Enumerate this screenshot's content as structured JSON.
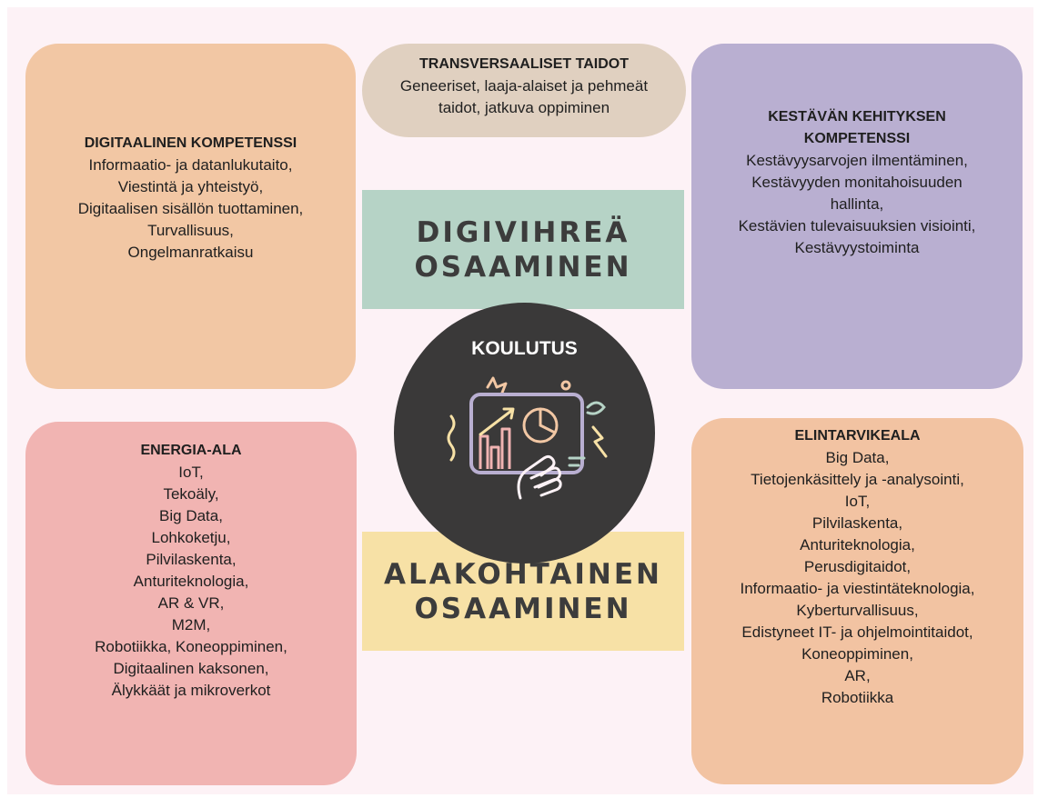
{
  "transversal": {
    "title": "TRANSVERSAALISET TAIDOT",
    "lines": [
      "Geneeriset, laaja-alaiset ja pehmeät",
      "taidot, jatkuva oppiminen"
    ]
  },
  "digital_competence": {
    "title": "DIGITAALINEN KOMPETENSSI",
    "lines": [
      "Informaatio- ja datanlukutaito,",
      "Viestintä ja yhteistyö,",
      "Digitaalisen sisällön tuottaminen,",
      "Turvallisuus,",
      "Ongelmanratkaisu"
    ]
  },
  "sustainability_competence": {
    "title_lines": [
      "KESTÄVÄN KEHITYKSEN",
      "KOMPETENSSI"
    ],
    "lines": [
      "Kestävyysarvojen ilmentäminen,",
      "Kestävyyden monitahoisuuden",
      "hallinta,",
      "Kestävien tulevaisuuksien visiointi,",
      "Kestävyystoiminta"
    ]
  },
  "green_band": {
    "lines": [
      "DIGIVIHREÄ",
      "OSAAMINEN"
    ],
    "color": "#b6d3c6"
  },
  "center": {
    "label": "KOULUTUS",
    "icon": "education-analytics-illustration"
  },
  "yellow_band": {
    "lines": [
      "ALAKOHTAINEN",
      "OSAAMINEN"
    ],
    "color": "#f7e1a6"
  },
  "energy_sector": {
    "title": "ENERGIA-ALA",
    "lines": [
      "IoT,",
      "Tekoäly,",
      "Big Data,",
      "Lohkoketju,",
      "Pilvilaskenta,",
      "Anturiteknologia,",
      "AR & VR,",
      "M2M,",
      "Robotiikka, Koneoppiminen,",
      "Digitaalinen kaksonen,",
      "Älykkäät ja mikroverkot"
    ]
  },
  "food_sector": {
    "title": "ELINTARVIKEALA",
    "lines": [
      "Big Data,",
      "Tietojenkäsittely ja -analysointi,",
      "IoT,",
      "Pilvilaskenta,",
      "Anturiteknologia,",
      "Perusdigitaidot,",
      "Informaatio- ja viestintäteknologia,",
      "Kyberturvallisuus,",
      "Edistyneet IT- ja ohjelmointitaidot,",
      "Koneoppiminen,",
      "AR,",
      "Robotiikka"
    ]
  },
  "colors": {
    "background": "#fdf2f6",
    "digital_box": "#f2c7a4",
    "sustainability_box": "#b9afd1",
    "energy_box": "#f1b4b2",
    "food_box": "#f2c3a2",
    "transversal_box": "#e0d0c0",
    "center_circle": "#3a3939"
  }
}
